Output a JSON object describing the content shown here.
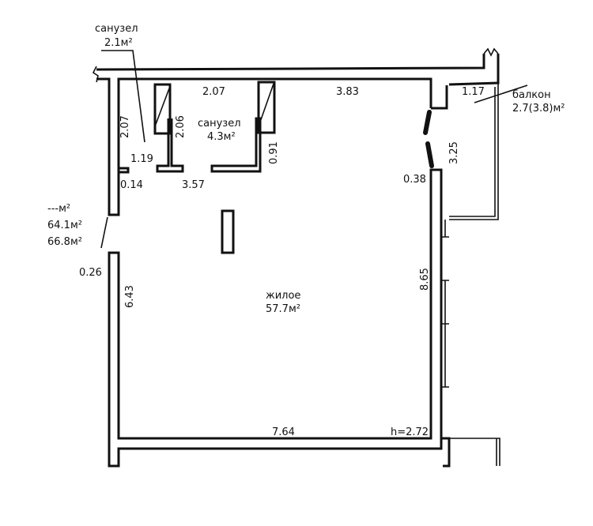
{
  "rooms": {
    "bath_small": {
      "name": "санузел",
      "area": "2.1м²"
    },
    "bath_large": {
      "name": "санузел",
      "area": "4.3м²"
    },
    "living": {
      "name": "жилое",
      "area": "57.7м²"
    },
    "balcony": {
      "name": "балкон",
      "area": "2.7(3.8)м²"
    }
  },
  "totals": {
    "line1": "---м²",
    "line2": "64.1м²",
    "line3": "66.8м²"
  },
  "dimensions": {
    "top_left": "2.07",
    "top_right": "3.83",
    "left_bath_height": "2.07",
    "bath_partition": "2.06",
    "bath_width": "1.19",
    "wall_stub": "0.14",
    "bath_bottom": "3.57",
    "bath_door": "0.91",
    "balcony_width": "1.17",
    "balcony_depth": "3.25",
    "door_wall": "0.38",
    "left_wall": "0.26",
    "left_height": "6.43",
    "right_height": "8.65",
    "bottom_width": "7.64",
    "ceiling_height": "h=2.72"
  }
}
